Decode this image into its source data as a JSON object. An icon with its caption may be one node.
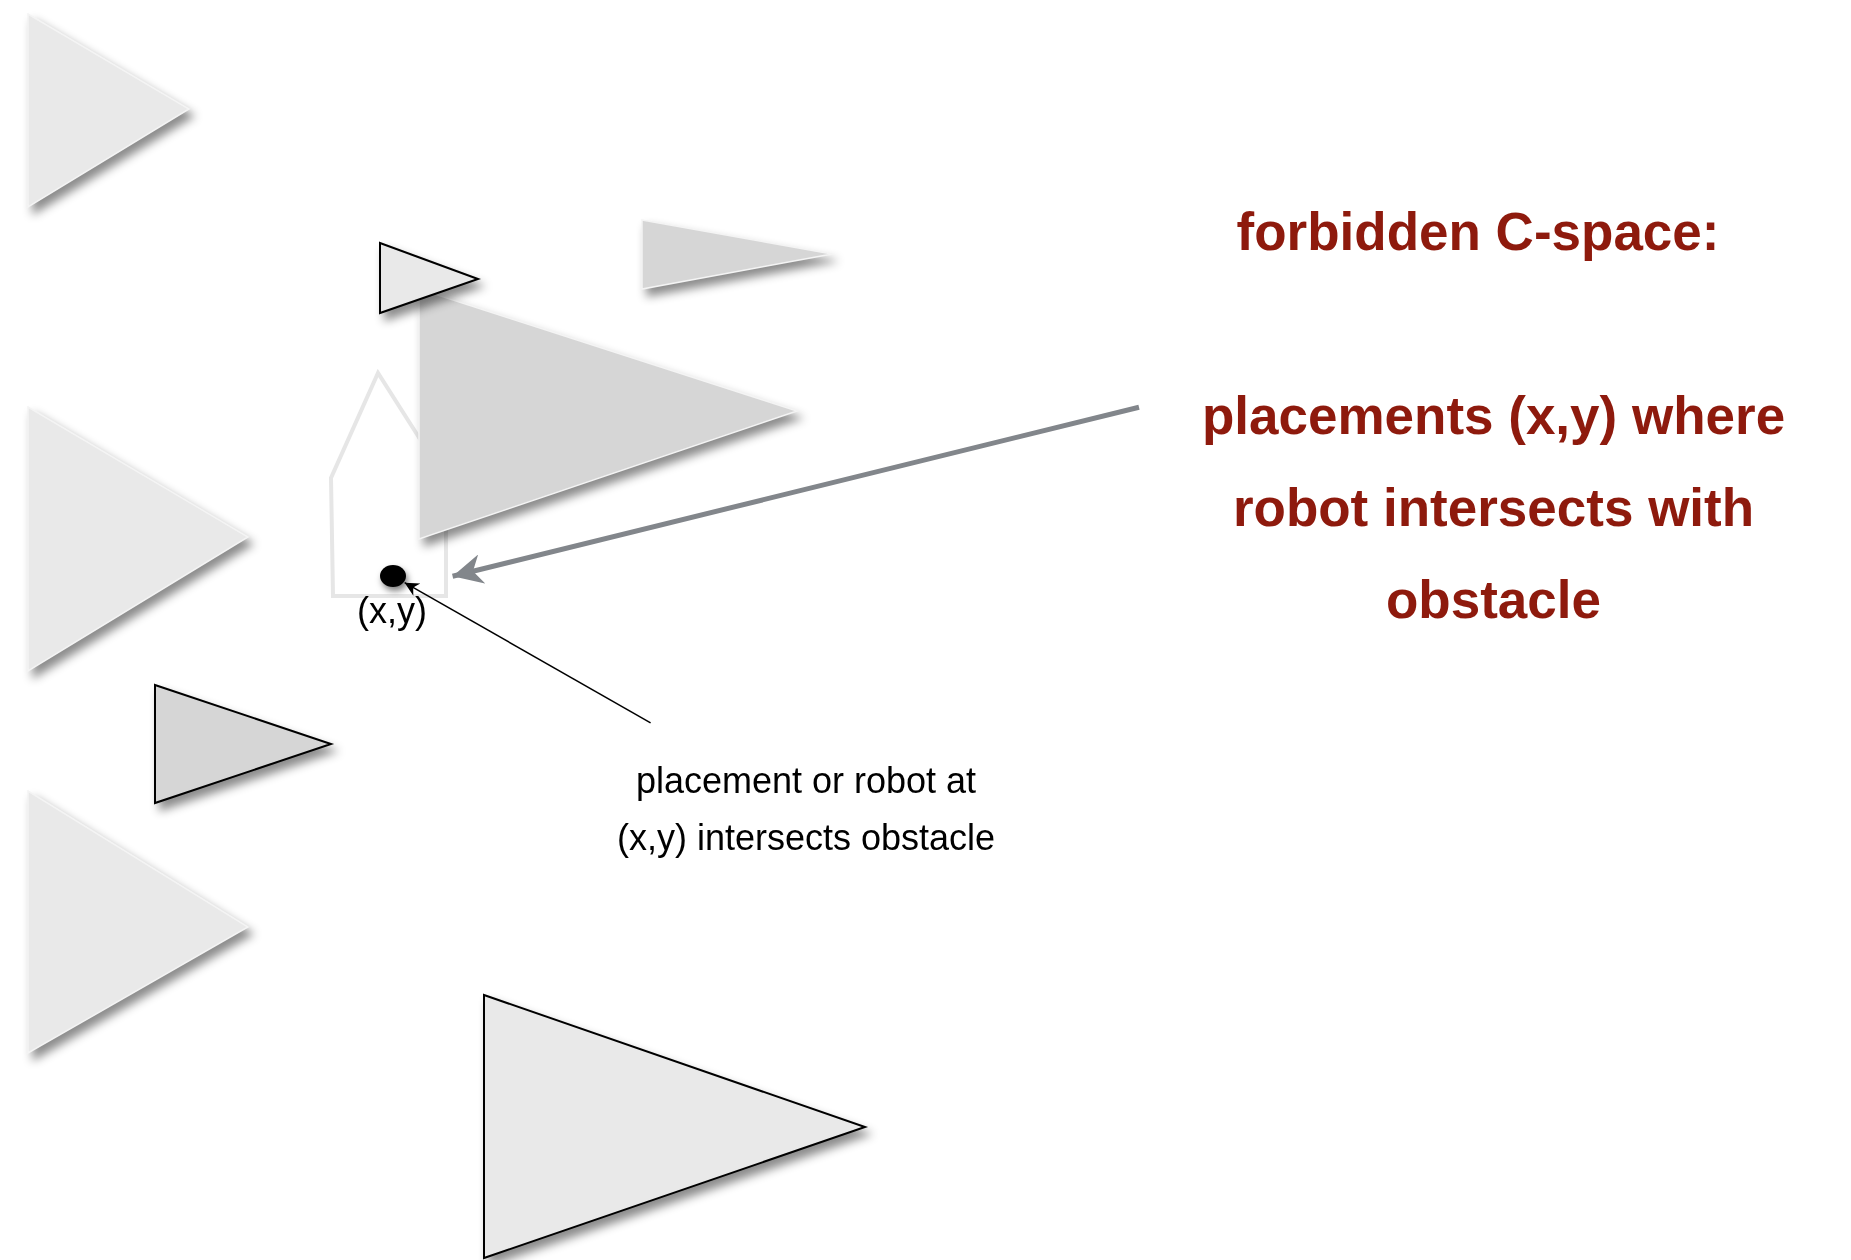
{
  "diagram": {
    "nodes": [
      {
        "text": [
          "forbidden C-space:"
        ]
      },
      {
        "text": [
          "placements (x,y) where robot intersects with obstacle"
        ]
      },
      {
        "text": [],
        "shape": "pentagon"
      },
      {
        "text": [],
        "shape": "circle",
        "beside": [
          "(x,y)"
        ],
        "in": 2
      },
      {
        "text": [
          "placement or robot at (x,y) intersects obstacle"
        ]
      }
    ],
    "edges": [
      {
        "from": 1,
        "to": 2,
        "arrow": "to",
        "style": "thick",
        "color": "#82868b"
      },
      {
        "from": 4,
        "to": 3,
        "arrow": "to",
        "color": "#000000"
      }
    ]
  }
}
